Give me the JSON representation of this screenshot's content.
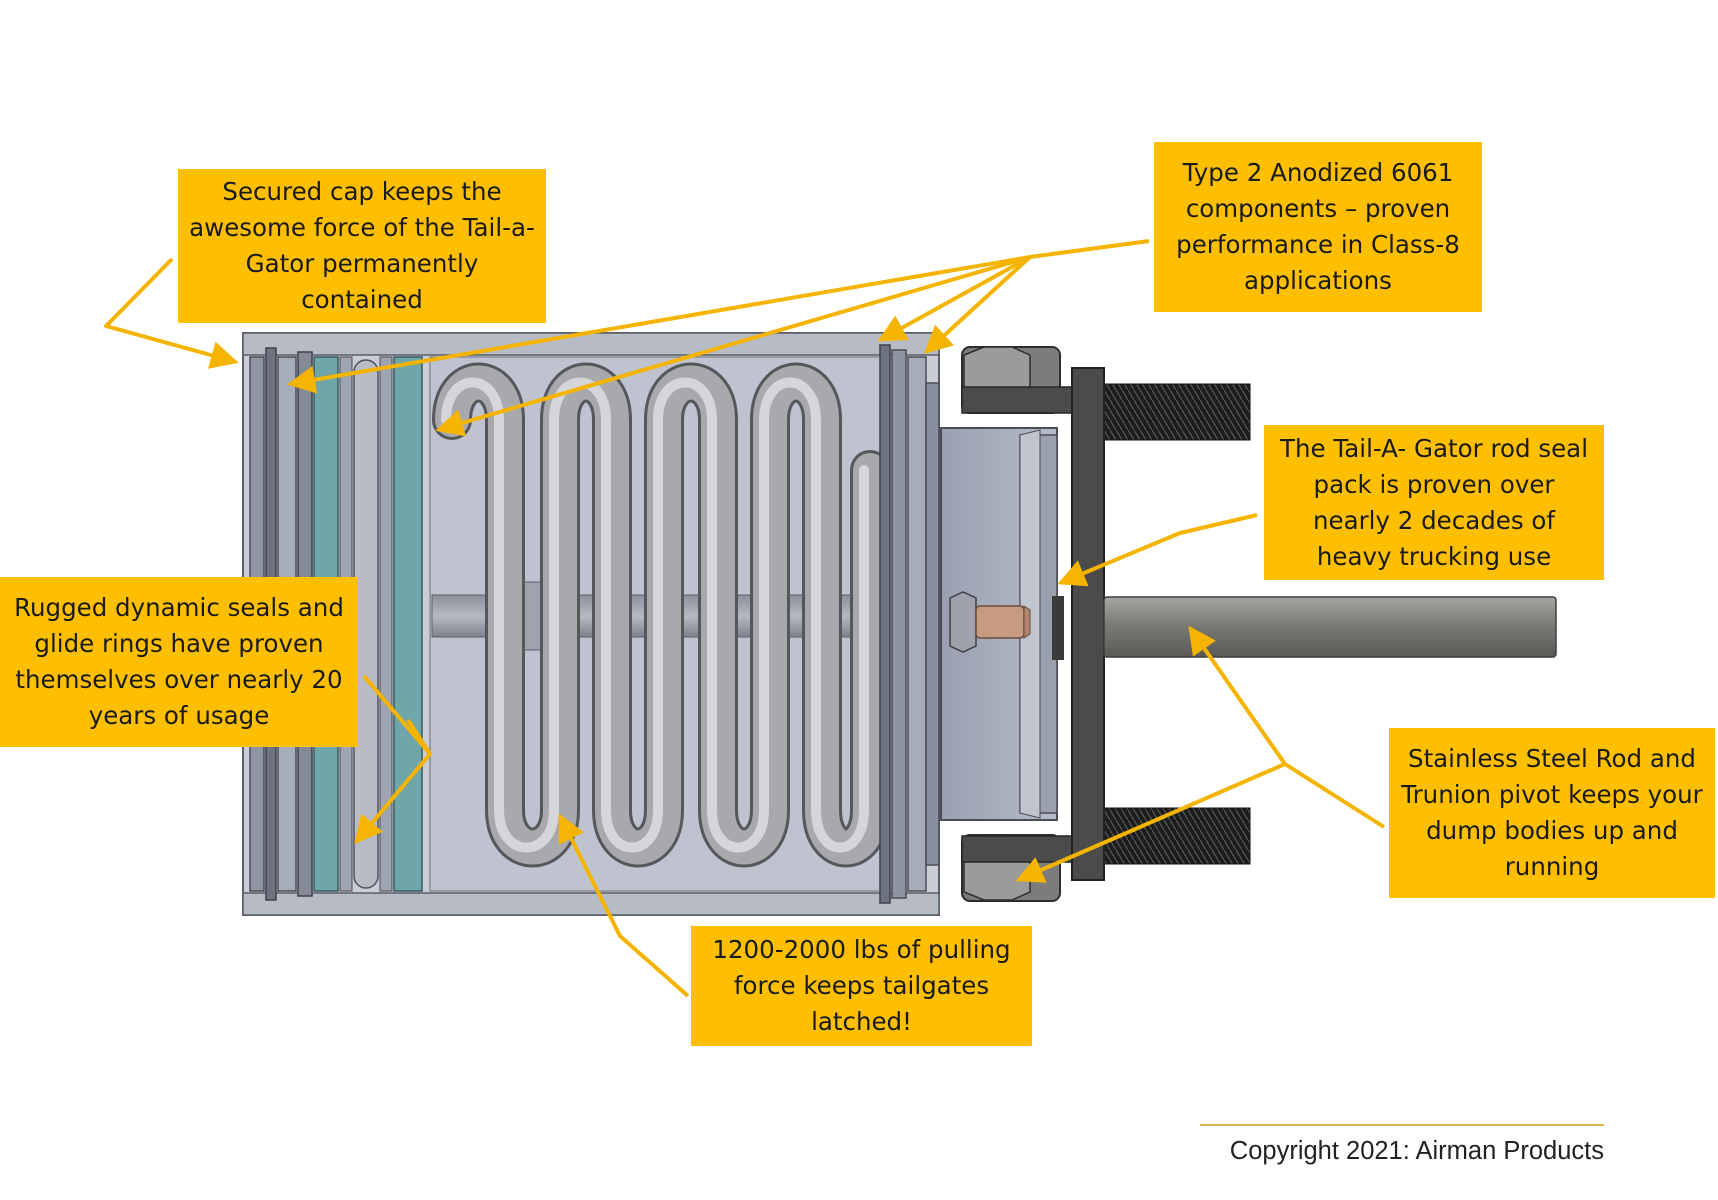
{
  "callouts": {
    "secured_cap": "Secured cap keeps the awesome force of the Tail-a-Gator permanently contained",
    "anodized": "Type 2 Anodized 6061 components – proven performance in Class-8 applications",
    "rod_seal": "The Tail-A- Gator rod seal pack is proven over nearly 2 decades of heavy trucking use",
    "dynamic_seals": "Rugged dynamic seals and glide rings have proven themselves over nearly 20 years of usage",
    "stainless_rod": "Stainless Steel Rod and Trunion pivot keeps your dump bodies up and running",
    "pulling_force": "1200-2000 lbs of pulling force keeps tailgates latched!"
  },
  "footer": {
    "copyright": "Copyright 2021: Airman Products"
  },
  "colors": {
    "callout_fill": "#FEBF00",
    "arrow": "#F5B400",
    "cylinder_body": "#C9CDD8",
    "spring": "#9A9CA0",
    "seal_teal": "#6FA6A9",
    "bracket": "#4B4B4B",
    "rod": "#8A8883",
    "brass_fitting": "#C79A82"
  }
}
